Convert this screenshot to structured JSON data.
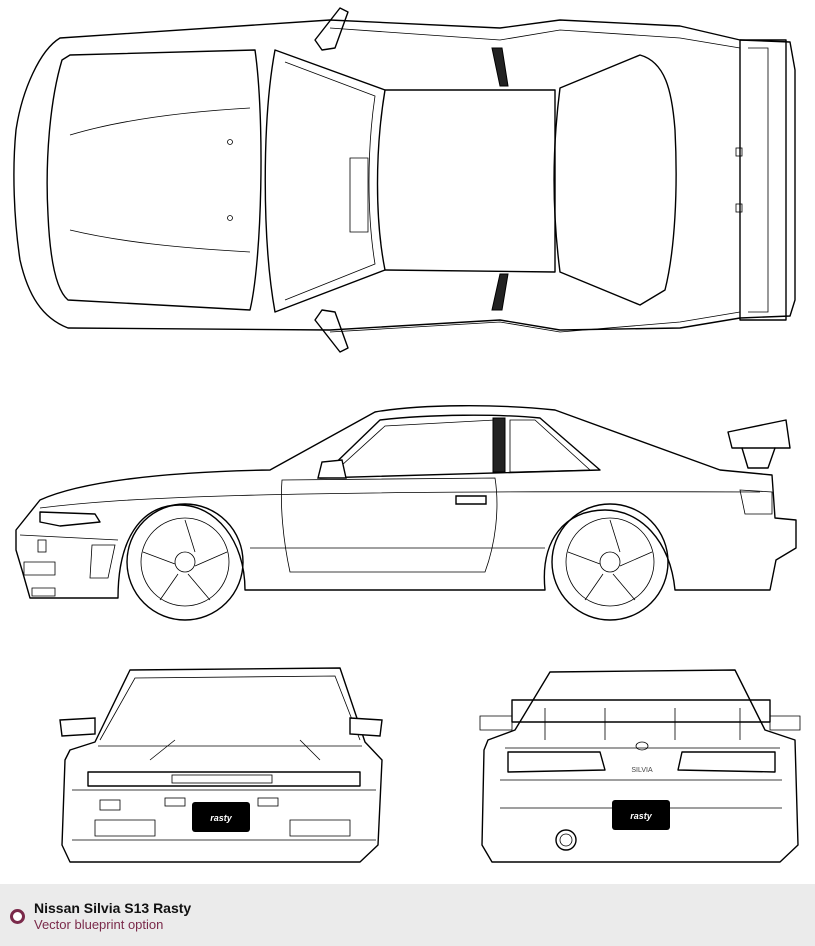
{
  "caption": {
    "title": "Nissan Silvia S13 Rasty",
    "subtitle": "Vector blueprint option"
  },
  "plates": {
    "front": "rasty",
    "rear": "rasty"
  },
  "colors": {
    "footer_bg": "#ebebeb",
    "accent": "#7a2a4a",
    "line": "#000000"
  }
}
